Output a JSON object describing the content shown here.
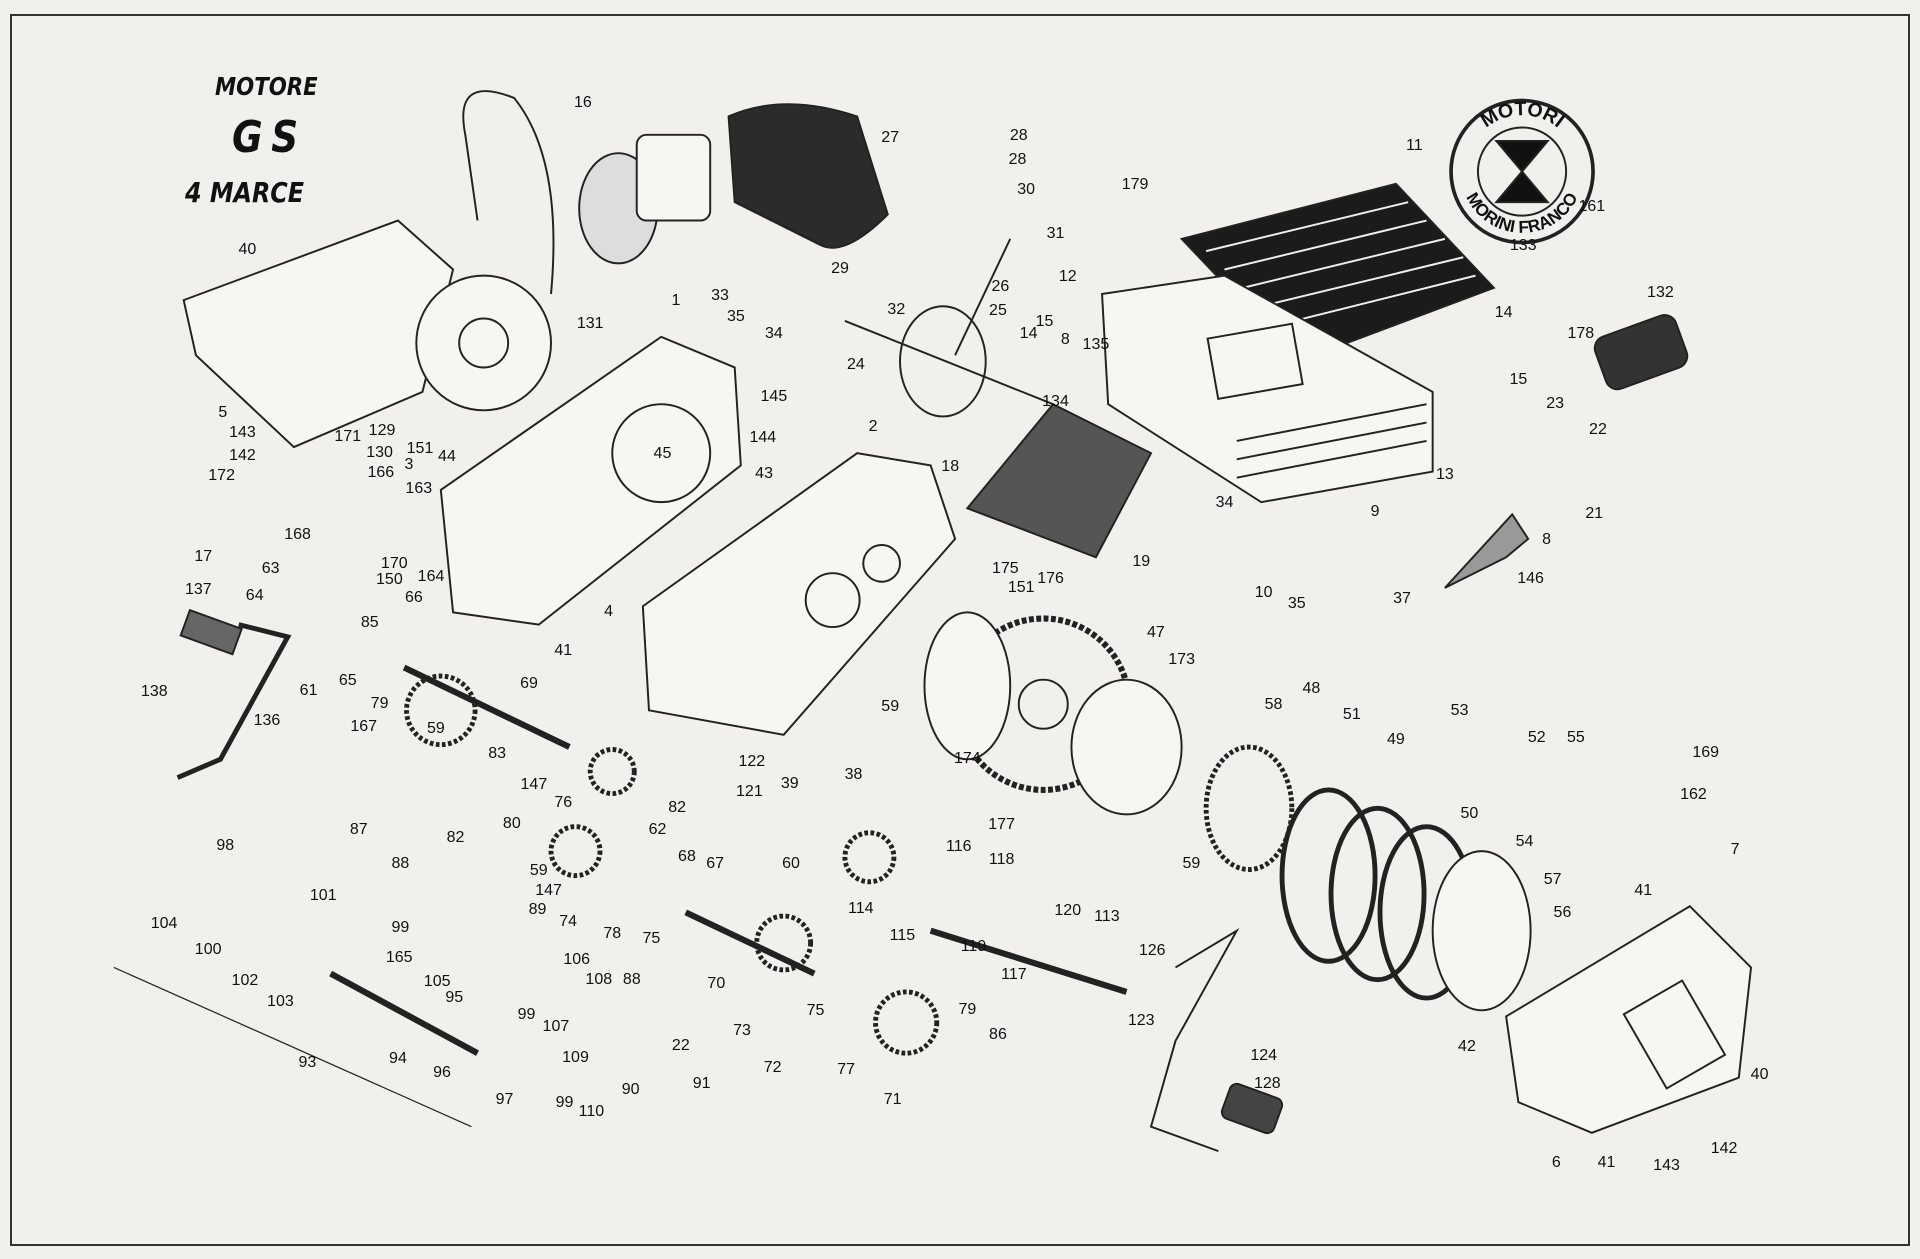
{
  "title": {
    "line1": "MOTORE",
    "line2": "GS",
    "line3": "4 MARCE"
  },
  "logo": {
    "top": "MOTORI",
    "bottom": "MORINI FRANCO"
  },
  "labels": [
    "16",
    "27",
    "28",
    "28",
    "30",
    "31",
    "179",
    "11",
    "161",
    "133",
    "132",
    "40",
    "1",
    "29",
    "33",
    "35",
    "34",
    "32",
    "26",
    "25",
    "12",
    "14",
    "178",
    "131",
    "5",
    "24",
    "15",
    "14",
    "8",
    "135",
    "15",
    "23",
    "145",
    "134",
    "2",
    "129",
    "171",
    "143",
    "130",
    "151",
    "44",
    "3",
    "144",
    "45",
    "43",
    "142",
    "166",
    "18",
    "22",
    "13",
    "172",
    "163",
    "21",
    "9",
    "34",
    "8",
    "168",
    "17",
    "170",
    "63",
    "150",
    "164",
    "66",
    "19",
    "10",
    "35",
    "37",
    "146",
    "175",
    "151",
    "176",
    "47",
    "64",
    "137",
    "41",
    "4",
    "85",
    "65",
    "61",
    "79",
    "173",
    "69",
    "138",
    "58",
    "48",
    "59",
    "136",
    "51",
    "49",
    "53",
    "52",
    "55",
    "169",
    "167",
    "59",
    "83",
    "122",
    "38",
    "39",
    "174",
    "121",
    "147",
    "82",
    "76",
    "162",
    "87",
    "82",
    "80",
    "62",
    "177",
    "59",
    "50",
    "7",
    "98",
    "88",
    "68",
    "67",
    "60",
    "116",
    "118",
    "54",
    "59",
    "147",
    "74",
    "57",
    "41",
    "104",
    "101",
    "100",
    "102",
    "89",
    "120",
    "113",
    "56",
    "114",
    "115",
    "119",
    "78",
    "75",
    "99",
    "165",
    "106",
    "105",
    "103",
    "95",
    "70",
    "117",
    "126",
    "108",
    "88",
    "99",
    "107",
    "123",
    "79",
    "86",
    "73",
    "75",
    "42",
    "94",
    "22",
    "96",
    "93",
    "72",
    "77",
    "124",
    "90",
    "91",
    "109",
    "97",
    "99",
    "110",
    "71",
    "40",
    "128",
    "6",
    "41",
    "142",
    "143"
  ]
}
